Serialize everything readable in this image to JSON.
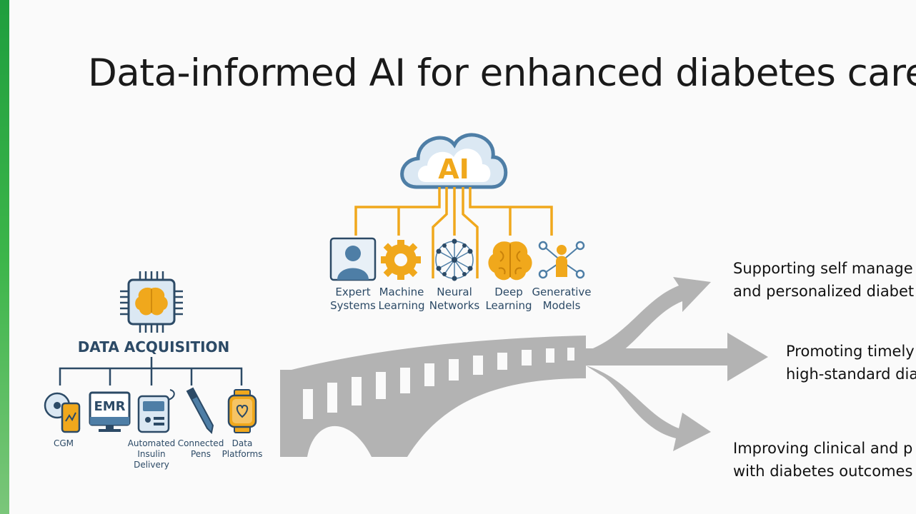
{
  "slide": {
    "title": "Data-informed AI for enhanced diabetes care"
  },
  "ai_cloud": {
    "label": "AI"
  },
  "ai_methods": [
    {
      "line1": "Expert",
      "line2": "Systems"
    },
    {
      "line1": "Machine",
      "line2": "Learning"
    },
    {
      "line1": "Neural",
      "line2": "Networks"
    },
    {
      "line1": "Deep",
      "line2": "Learning"
    },
    {
      "line1": "Generative",
      "line2": "Models"
    }
  ],
  "data_acquisition": {
    "title": "DATA ACQUISITION",
    "sources": [
      {
        "line1": "CGM",
        "line2": "",
        "line3": ""
      },
      {
        "line1": "",
        "line2": "",
        "line3": ""
      },
      {
        "line1": "Automated",
        "line2": "Insulin",
        "line3": "Delivery"
      },
      {
        "line1": "Connected",
        "line2": "Pens",
        "line3": ""
      },
      {
        "line1": "Data",
        "line2": "Platforms",
        "line3": ""
      }
    ],
    "emr_label": "EMR"
  },
  "outcomes": [
    {
      "line1": "Supporting self manage",
      "line2": "and personalized diabet"
    },
    {
      "line1": "Promoting timely",
      "line2": "high-standard dia"
    },
    {
      "line1": "Improving clinical and p",
      "line2": "with diabetes outcomes"
    }
  ],
  "colors": {
    "accent_orange": "#f0a81c",
    "navy": "#2c4a66",
    "steel_blue": "#4e7ea6",
    "bridge_gray": "#b3b3b3",
    "green_bar": "#3cb54a"
  }
}
